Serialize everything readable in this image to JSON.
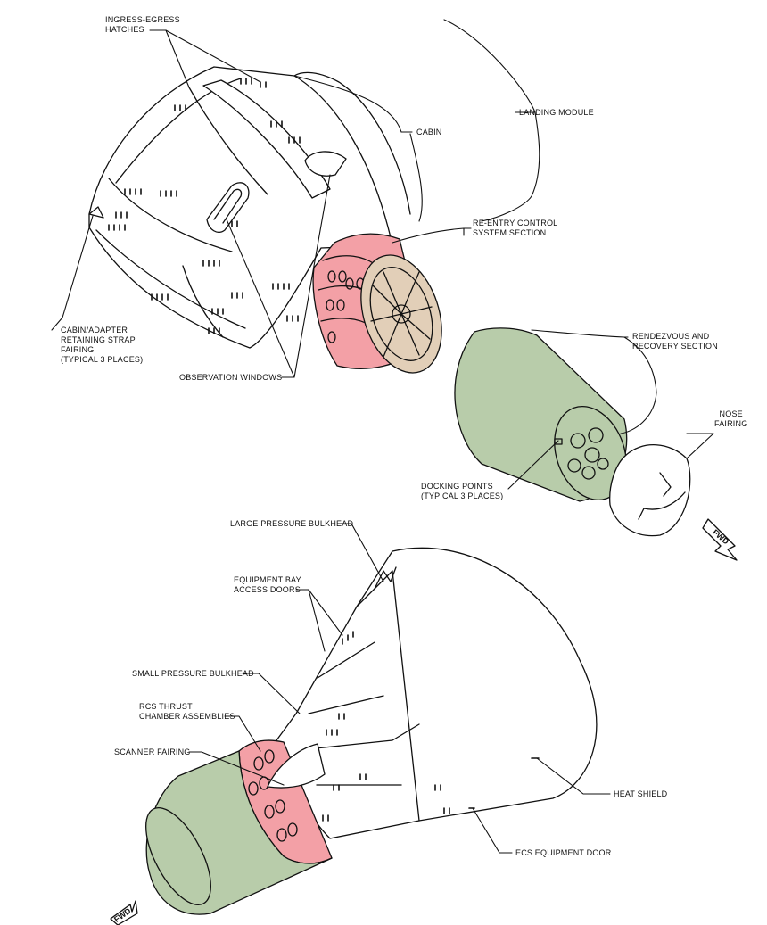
{
  "colors": {
    "red_section": "#f3a0a6",
    "green_section": "#b8ccaa",
    "tan_hatch": "#e2cfb8",
    "line": "#111111"
  },
  "labels": {
    "ingress_egress": [
      "INGRESS-EGRESS",
      "HATCHES"
    ],
    "landing_module": "LANDING MODULE",
    "cabin": "CABIN",
    "reentry": [
      "RE-ENTRY CONTROL",
      "SYSTEM SECTION"
    ],
    "cabin_adapter": [
      "CABIN/ADAPTER",
      "RETAINING STRAP",
      "FAIRING",
      "(TYPICAL 3 PLACES)"
    ],
    "observation_windows": "OBSERVATION WINDOWS",
    "rendezvous": [
      "RENDEZVOUS AND",
      "RECOVERY SECTION"
    ],
    "nose_fairing": [
      "NOSE",
      "FAIRING"
    ],
    "docking_points": [
      "DOCKING POINTS",
      "(TYPICAL 3 PLACES)"
    ],
    "large_bulkhead": "LARGE PRESSURE BULKHEAD",
    "equipment_bay": [
      "EQUIPMENT BAY",
      "ACCESS DOORS"
    ],
    "small_bulkhead": "SMALL PRESSURE BULKHEAD",
    "rcs_thrust": [
      "RCS THRUST",
      "CHAMBER ASSEMBLIES"
    ],
    "scanner_fairing": "SCANNER FAIRING",
    "heat_shield": "HEAT SHIELD",
    "ecs_door": "ECS EQUIPMENT DOOR",
    "fwd": "FWD"
  }
}
